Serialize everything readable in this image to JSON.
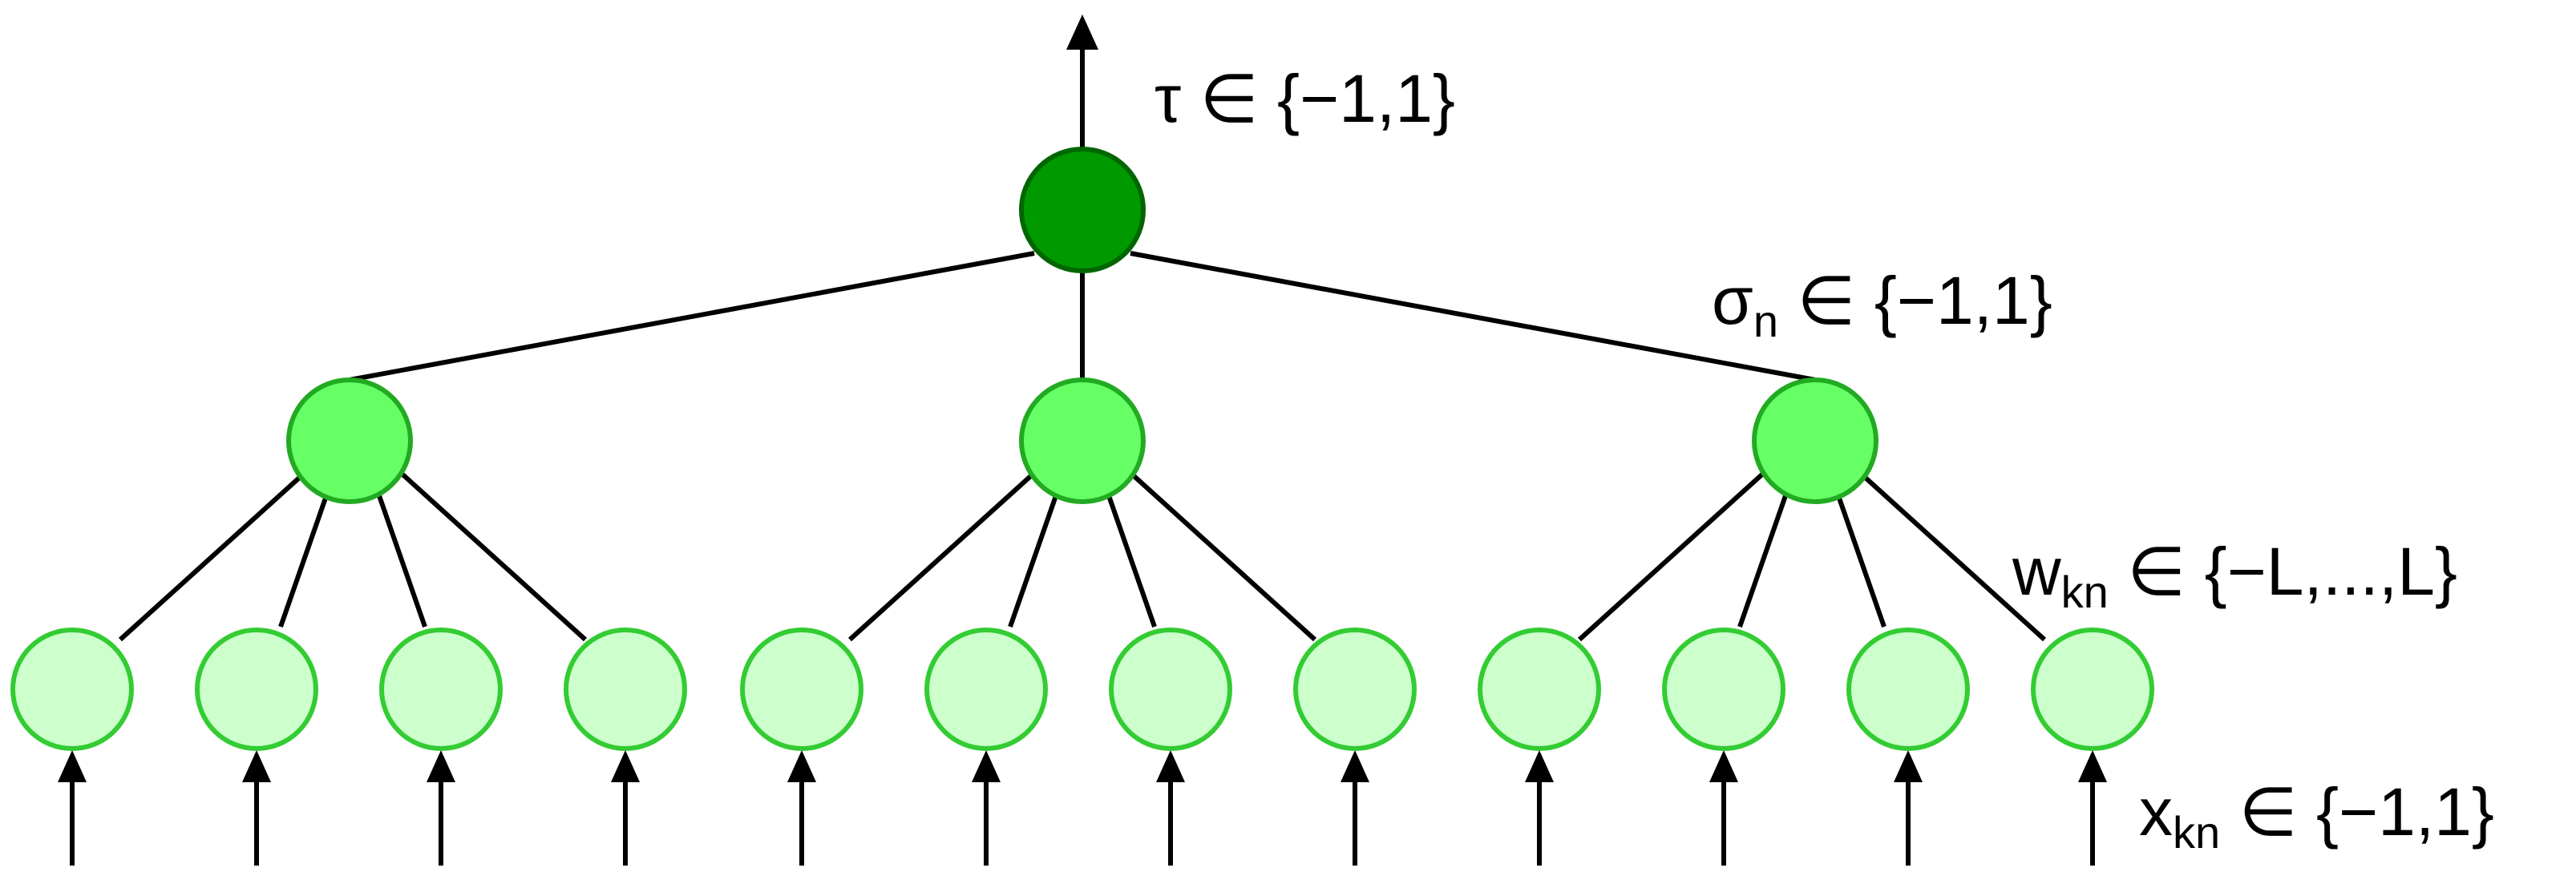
{
  "labels": {
    "output": {
      "symbol": "τ",
      "subscript": "",
      "relation": " ∈ {−1,1}"
    },
    "hidden": {
      "symbol": "σ",
      "subscript": "n",
      "relation": " ∈ {−1,1}"
    },
    "weights": {
      "symbol": "w",
      "subscript": "kn",
      "relation": " ∈ {−L,...,L}"
    },
    "inputs": {
      "symbol": "x",
      "subscript": "kn",
      "relation": " ∈ {−1,1}"
    }
  },
  "colors": {
    "output_node_fill": "#009900",
    "output_node_stroke": "#006600",
    "hidden_node_fill": "#66ff66",
    "hidden_node_stroke": "#22aa22",
    "input_node_fill": "#ccffcc",
    "input_node_stroke": "#33cc33",
    "edge": "#000000"
  },
  "structure": {
    "output_nodes": 1,
    "hidden_nodes": 3,
    "inputs_per_hidden": 4
  }
}
